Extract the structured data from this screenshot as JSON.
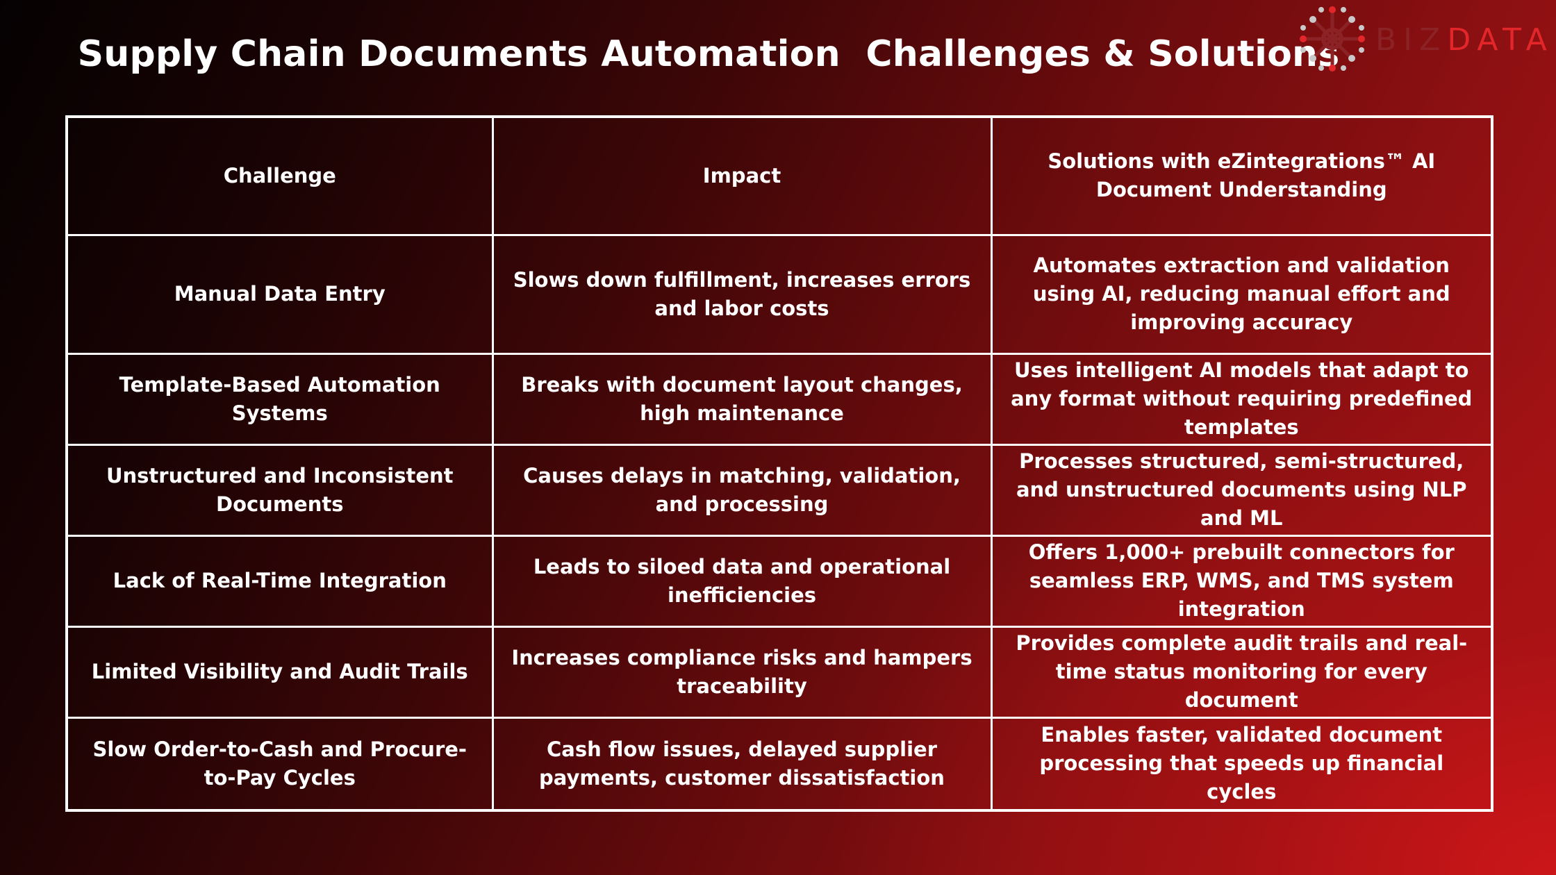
{
  "title": "Supply Chain Documents Automation  Challenges & Solutions",
  "logo": {
    "text_part1": "BIZ",
    "text_part2": "DATA",
    "icon": "network-nodes-icon",
    "colors": {
      "dark": "#8a2226",
      "accent": "#e3262a",
      "node": "#c9c9c9"
    }
  },
  "table": {
    "headers": [
      "Challenge",
      "Impact",
      "Solutions with eZintegrations™ AI Document Understanding"
    ],
    "rows": [
      [
        "Manual Data Entry",
        "Slows down fulfillment, increases errors and labor costs",
        "Automates extraction and validation using AI, reducing manual effort and improving accuracy"
      ],
      [
        "Template-Based Automation Systems",
        "Breaks with document layout changes, high maintenance",
        "Uses intelligent AI models that adapt to any format without requiring predefined templates"
      ],
      [
        "Unstructured and Inconsistent Documents",
        "Causes delays in matching, validation, and processing",
        "Processes structured, semi-structured, and unstructured documents using NLP and ML"
      ],
      [
        "Lack of Real-Time Integration",
        "Leads to siloed data and operational inefficiencies",
        "Offers 1,000+ prebuilt connectors for seamless ERP, WMS, and TMS system integration"
      ],
      [
        "Limited Visibility and Audit Trails",
        "Increases compliance risks and hampers traceability",
        "Provides complete audit trails and real-time status monitoring for every document"
      ],
      [
        "Slow Order-to-Cash and Procure-to-Pay Cycles",
        "Cash flow issues, delayed supplier payments, customer dissatisfaction",
        "Enables faster, validated document processing that speeds up financial cycles"
      ]
    ]
  }
}
